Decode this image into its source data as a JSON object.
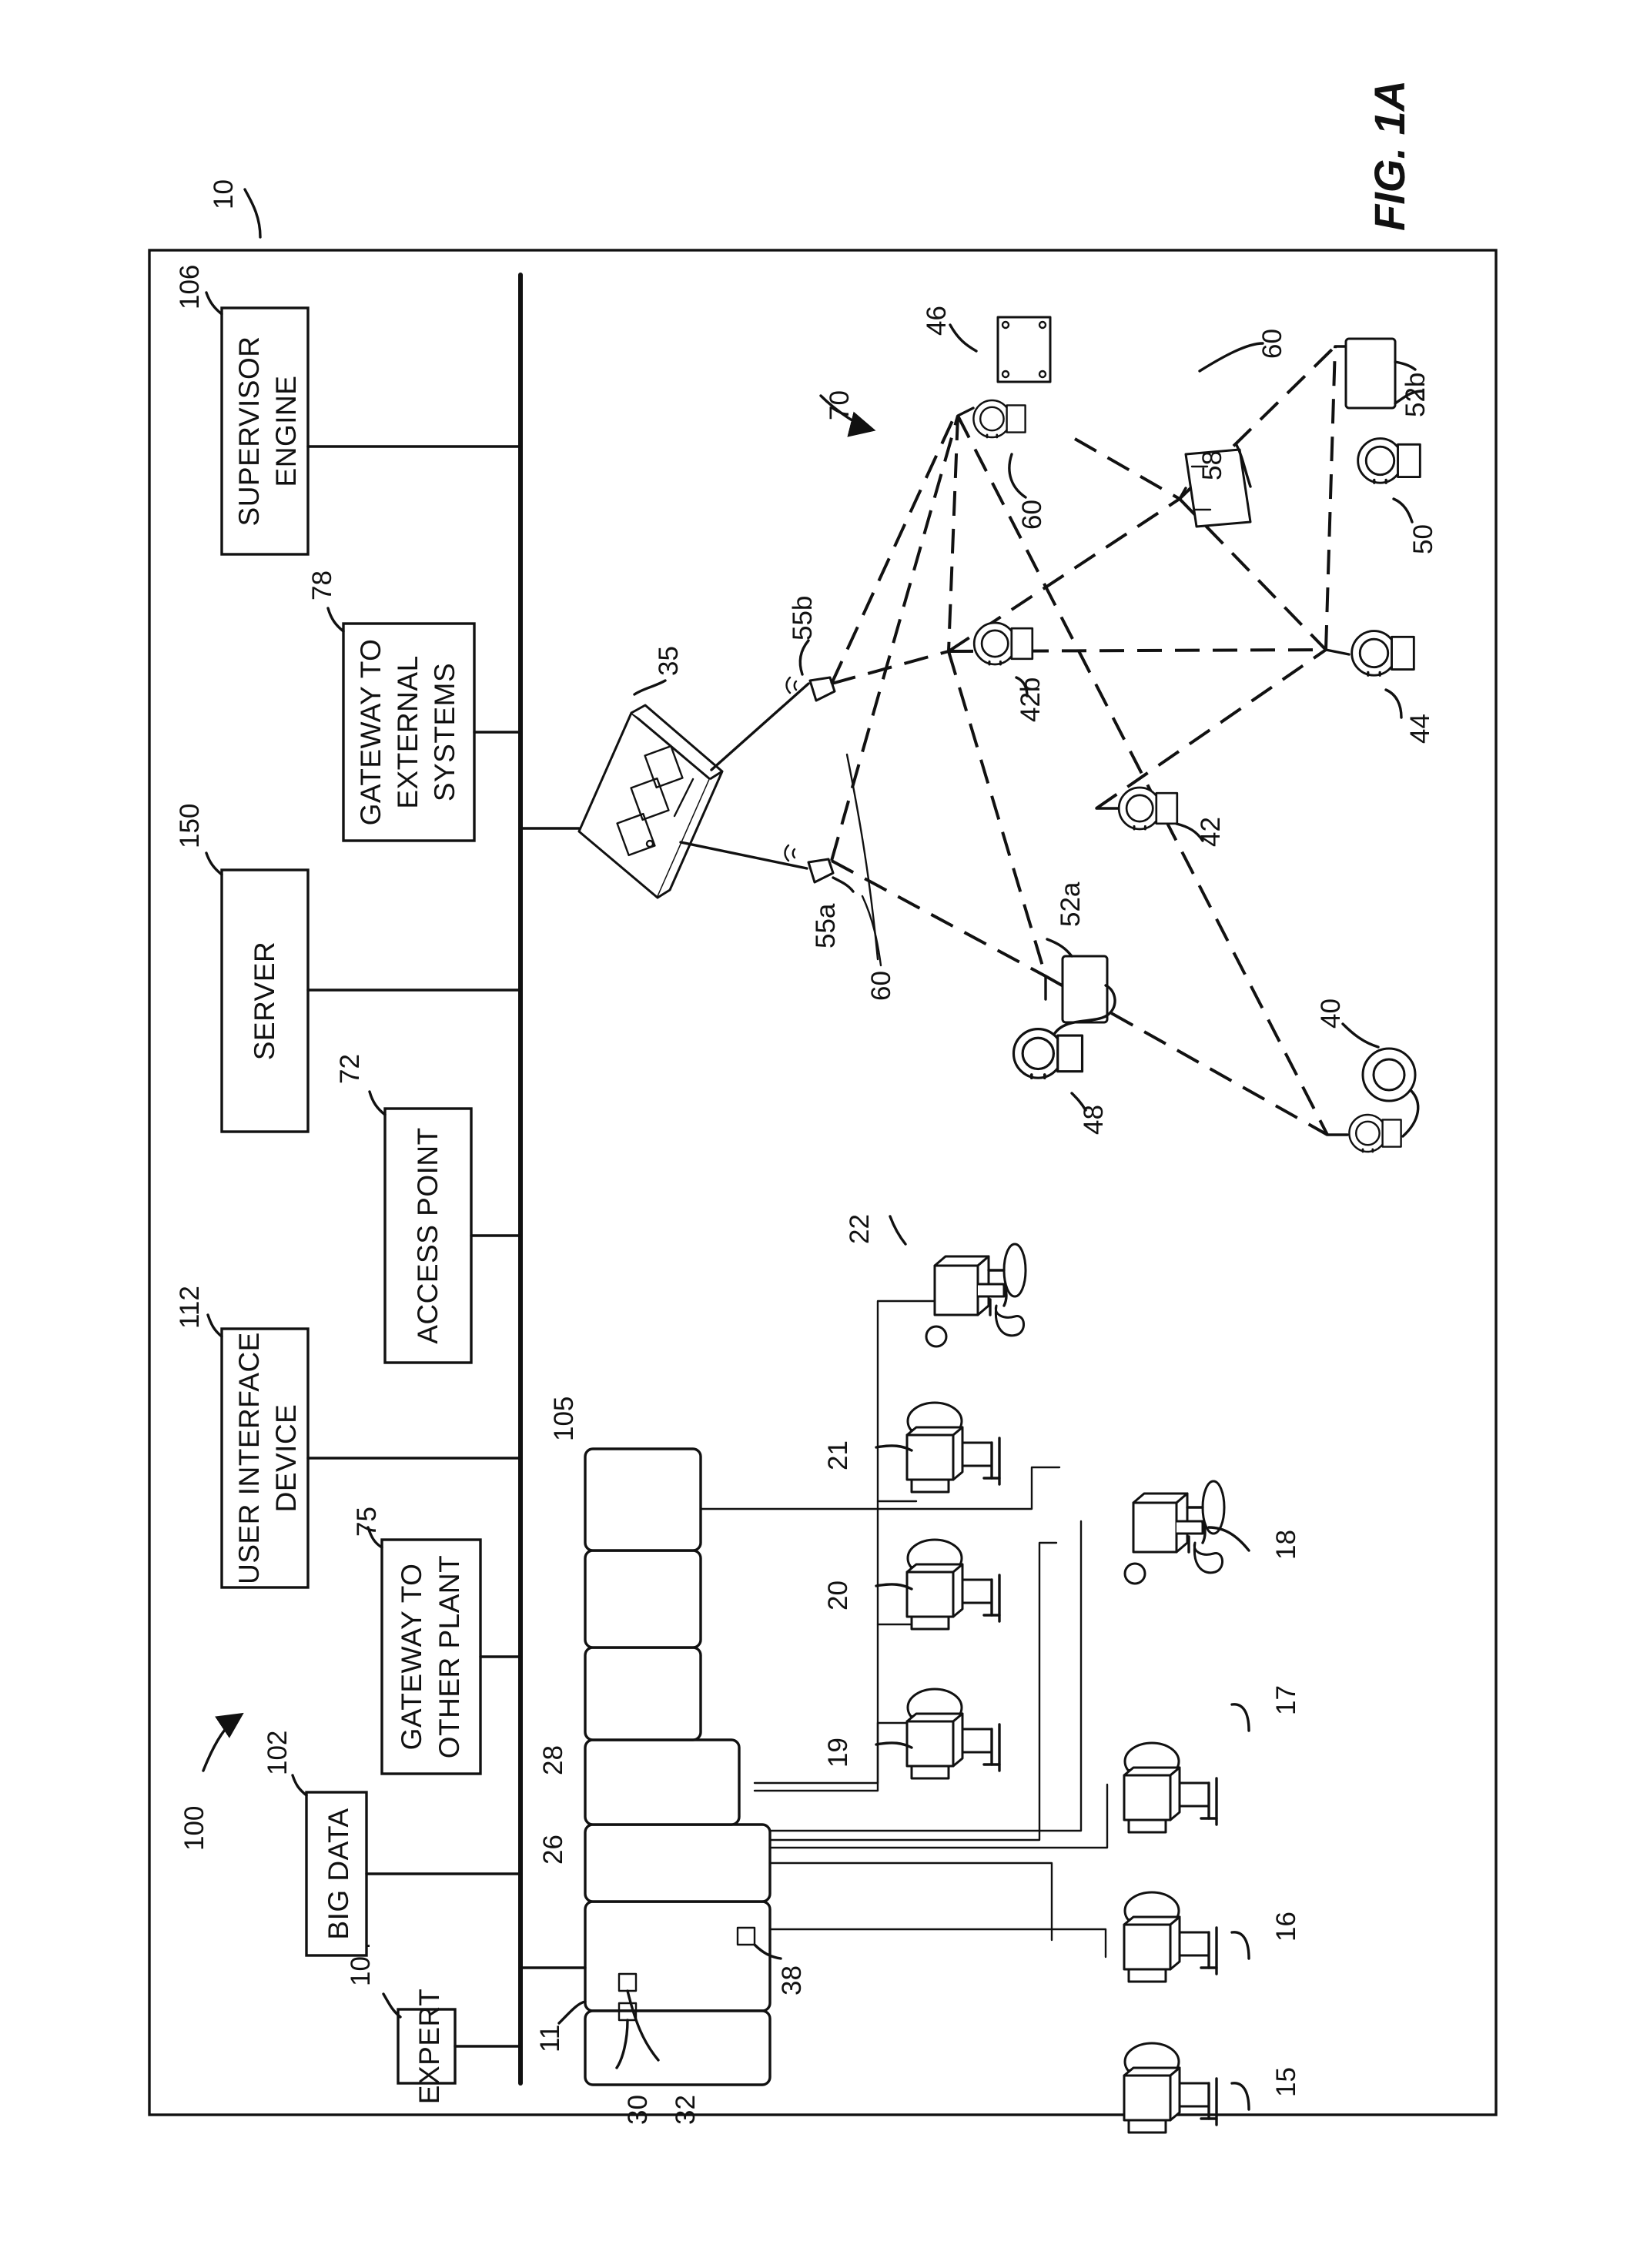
{
  "figure_label": "FIG. 1A",
  "nodes": {
    "expert": {
      "label": "EXPERT",
      "ref": "104"
    },
    "big_data": {
      "label": "BIG DATA",
      "ref": "102"
    },
    "gateway_plant": {
      "lines": [
        "GATEWAY TO",
        "OTHER PLANT"
      ],
      "ref": "75"
    },
    "ui_device": {
      "lines": [
        "USER INTERFACE",
        "DEVICE"
      ],
      "ref": "112"
    },
    "access_point": {
      "label": "ACCESS POINT",
      "ref": "72"
    },
    "server": {
      "label": "SERVER",
      "ref": "150"
    },
    "gateway_ext": {
      "lines": [
        "GATEWAY TO",
        "EXTERNAL",
        "SYSTEMS"
      ],
      "ref": "78"
    },
    "supervisor": {
      "lines": [
        "SUPERVISOR",
        "ENGINE"
      ],
      "ref": "106"
    }
  },
  "refs": {
    "system": "10",
    "plant": "100",
    "bus": "105",
    "controller": "11",
    "card_26": "26",
    "card_28": "28",
    "ctrl_30": "30",
    "ctrl_32": "32",
    "ctrl_38": "38",
    "gateway_35": "35",
    "router_55a": "55a",
    "router_55b": "55b",
    "link_60": "60",
    "mesh_70": "70",
    "dev_15": "15",
    "dev_16": "16",
    "dev_17": "17",
    "dev_18": "18",
    "dev_19": "19",
    "dev_20": "20",
    "dev_21": "21",
    "dev_22": "22",
    "dev_40": "40",
    "dev_42": "42",
    "dev_42b": "42b",
    "dev_44": "44",
    "dev_46": "46",
    "dev_48": "48",
    "dev_50": "50",
    "adapter_52a": "52a",
    "adapter_52b": "52b",
    "dev_58": "58"
  }
}
